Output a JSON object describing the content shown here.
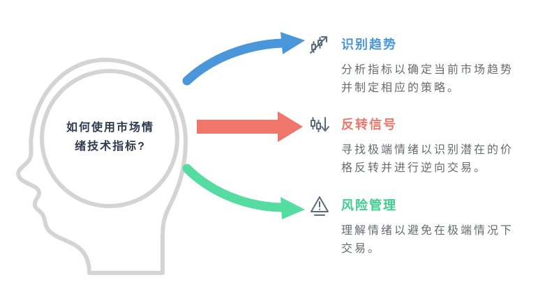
{
  "figure": {
    "question": "如何使用市场情绪技术指标?",
    "question_color": "#2e3b4e",
    "head_outline_color": "#d4d4d4"
  },
  "icon_color": "#5a6b7e",
  "text_color": "#666b70",
  "items": [
    {
      "icon": "trend-up-candlestick-icon",
      "title": "识别趋势",
      "description": "分析指标以确定当前市场趋势并制定相应的策略。",
      "color": "#4a96db",
      "arrow_color": "#4a96db"
    },
    {
      "icon": "reversal-down-arrow-icon",
      "title": "反转信号",
      "description": "寻找极端情绪以识别潜在的价格反转并进行逆向交易。",
      "color": "#f0766c",
      "arrow_color": "#f0766c"
    },
    {
      "icon": "warning-triangle-icon",
      "title": "风险管理",
      "description": "理解情绪以避免在极端情况下交易。",
      "color": "#3fce8f",
      "arrow_color": "#55dca0"
    }
  ]
}
